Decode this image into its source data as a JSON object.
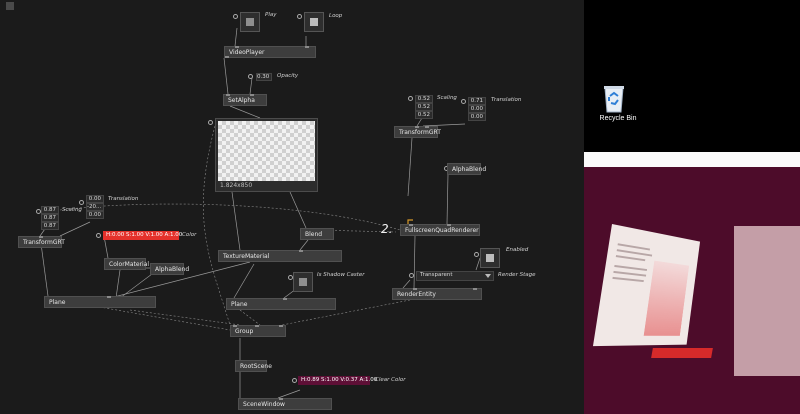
{
  "patch": {
    "nodes": {
      "video_player": "VideoPlayer",
      "set_alpha": "SetAlpha",
      "transform_grt_right": "TransformGRT",
      "alpha_blend_right": "AlphaBlend",
      "fullscreen_quad_renderer": "FullscreenQuadRenderer",
      "transform_grt_left": "TransformGRT",
      "color_material": "ColorMaterial",
      "alpha_blend_left": "AlphaBlend",
      "blend": "Blend",
      "texture_material": "TextureMaterial",
      "plane_left": "Plane",
      "plane_center": "Plane",
      "render_entity": "RenderEntity",
      "group": "Group",
      "root_scene": "RootScene",
      "scene_window": "SceneWindow"
    },
    "labels": {
      "play": "Play",
      "loop": "Loop",
      "opacity": "Opacity",
      "scaling_right": "Scaling",
      "translation_right": "Translation",
      "scaling_left": "Scaling",
      "translation_left": "Translation",
      "color": "Color",
      "is_shadow_caster": "Is Shadow Caster",
      "enabled": "Enabled",
      "render_stage": "Render Stage",
      "clear_color": "Clear Color"
    },
    "values": {
      "opacity": "0.30",
      "scaling_right": [
        "0.52",
        "0.52",
        "0.52"
      ],
      "translation_right": [
        "0.71",
        "0.00",
        "0.00"
      ],
      "scaling_left": [
        "0.87",
        "0.87",
        "0.87"
      ],
      "translation_left": [
        "0.00",
        "-20...",
        "0.00"
      ],
      "color": "H:0.00 S:1.00 V:1.00 A:1.00",
      "clear_color": "H:0.89 S:1.00 V:0.37 A:1.00",
      "render_stage": "Transparent",
      "preview_size": "1.824x850",
      "annotation": "2."
    },
    "colors": {
      "color_value": "#e4312b",
      "clear_color_value": "#5e0f36",
      "background": "#1b1b1b",
      "node": "#3d3d3d"
    }
  },
  "desktop": {
    "recycle_bin": "Recycle Bin"
  }
}
